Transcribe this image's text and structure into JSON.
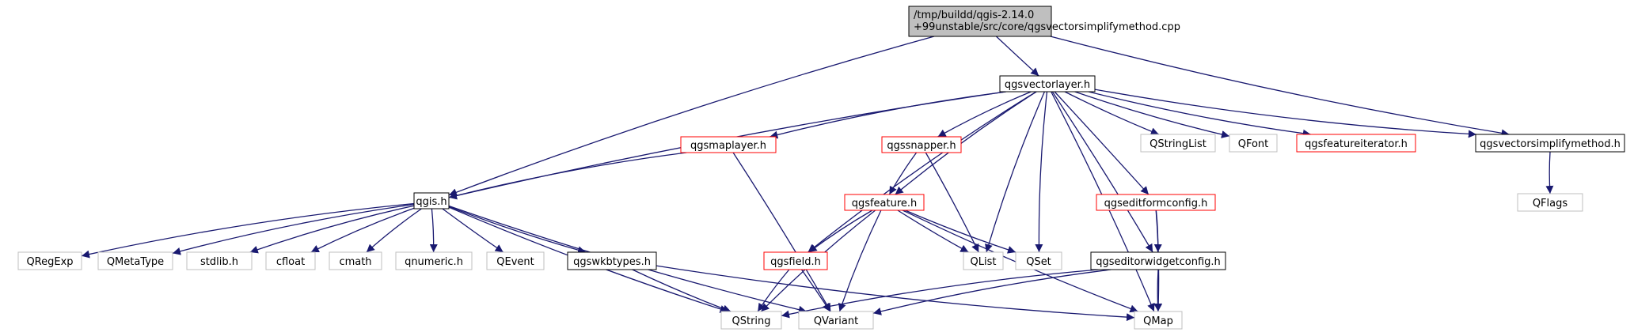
{
  "colors": {
    "edge": "#191970",
    "root_fill": "#bfbfbf",
    "border_black": "#000000",
    "border_red": "#ff0000",
    "border_gray": "#bfbfbf"
  },
  "nodes": [
    {
      "id": "root",
      "lines": [
        "/tmp/buildd/qgis-2.14.0",
        "+99unstable/src/core/qgsvectorsimplifymethod.cpp"
      ],
      "style": "root"
    },
    {
      "id": "qgsvectorlayer",
      "lines": [
        "qgsvectorlayer.h"
      ],
      "style": "black"
    },
    {
      "id": "qgsvectorsimplifymethod",
      "lines": [
        "qgsvectorsimplifymethod.h"
      ],
      "style": "black"
    },
    {
      "id": "qgis",
      "lines": [
        "qgis.h"
      ],
      "style": "black"
    },
    {
      "id": "qgsmaplayer",
      "lines": [
        "qgsmaplayer.h"
      ],
      "style": "red"
    },
    {
      "id": "qgssnapper",
      "lines": [
        "qgssnapper.h"
      ],
      "style": "red"
    },
    {
      "id": "qgsfeature",
      "lines": [
        "qgsfeature.h"
      ],
      "style": "red"
    },
    {
      "id": "qgsfield",
      "lines": [
        "qgsfield.h"
      ],
      "style": "red"
    },
    {
      "id": "qgseditformconfig",
      "lines": [
        "qgseditformconfig.h"
      ],
      "style": "red"
    },
    {
      "id": "qgseditorwidgetconfig",
      "lines": [
        "qgseditorwidgetconfig.h"
      ],
      "style": "black"
    },
    {
      "id": "qgsfeatureiterator",
      "lines": [
        "qgsfeatureiterator.h"
      ],
      "style": "red"
    },
    {
      "id": "qgswkbtypes",
      "lines": [
        "qgswkbtypes.h"
      ],
      "style": "black"
    },
    {
      "id": "QStringList",
      "lines": [
        "QStringList"
      ],
      "style": "gray"
    },
    {
      "id": "QFont",
      "lines": [
        "QFont"
      ],
      "style": "gray"
    },
    {
      "id": "QFlags",
      "lines": [
        "QFlags"
      ],
      "style": "gray"
    },
    {
      "id": "QRegExp",
      "lines": [
        "QRegExp"
      ],
      "style": "gray"
    },
    {
      "id": "QMetaType",
      "lines": [
        "QMetaType"
      ],
      "style": "gray"
    },
    {
      "id": "stdlib",
      "lines": [
        "stdlib.h"
      ],
      "style": "gray"
    },
    {
      "id": "cfloat",
      "lines": [
        "cfloat"
      ],
      "style": "gray"
    },
    {
      "id": "cmath",
      "lines": [
        "cmath"
      ],
      "style": "gray"
    },
    {
      "id": "qnumeric",
      "lines": [
        "qnumeric.h"
      ],
      "style": "gray"
    },
    {
      "id": "QEvent",
      "lines": [
        "QEvent"
      ],
      "style": "gray"
    },
    {
      "id": "QList",
      "lines": [
        "QList"
      ],
      "style": "gray"
    },
    {
      "id": "QSet",
      "lines": [
        "QSet"
      ],
      "style": "gray"
    },
    {
      "id": "QString",
      "lines": [
        "QString"
      ],
      "style": "gray"
    },
    {
      "id": "QVariant",
      "lines": [
        "QVariant"
      ],
      "style": "gray"
    },
    {
      "id": "QMap",
      "lines": [
        "QMap"
      ],
      "style": "gray"
    }
  ],
  "edges": [
    [
      "root",
      "qgis"
    ],
    [
      "root",
      "qgsvectorlayer"
    ],
    [
      "root",
      "qgsvectorsimplifymethod"
    ],
    [
      "qgsvectorlayer",
      "qgis"
    ],
    [
      "qgsvectorlayer",
      "qgsmaplayer"
    ],
    [
      "qgsvectorlayer",
      "qgssnapper"
    ],
    [
      "qgsvectorlayer",
      "qgsfeature"
    ],
    [
      "qgsvectorlayer",
      "qgsfield"
    ],
    [
      "qgsvectorlayer",
      "QList"
    ],
    [
      "qgsvectorlayer",
      "QSet"
    ],
    [
      "qgsvectorlayer",
      "qgseditorwidgetconfig"
    ],
    [
      "qgsvectorlayer",
      "qgseditformconfig"
    ],
    [
      "qgsvectorlayer",
      "QStringList"
    ],
    [
      "qgsvectorlayer",
      "QFont"
    ],
    [
      "qgsvectorlayer",
      "qgsfeatureiterator"
    ],
    [
      "qgsvectorlayer",
      "qgsvectorsimplifymethod"
    ],
    [
      "qgsvectorlayer",
      "QMap"
    ],
    [
      "qgsvectorsimplifymethod",
      "QFlags"
    ],
    [
      "qgsmaplayer",
      "qgis"
    ],
    [
      "qgsmaplayer",
      "QVariant"
    ],
    [
      "qgssnapper",
      "qgsfeature"
    ],
    [
      "qgssnapper",
      "QList"
    ],
    [
      "qgis",
      "QRegExp"
    ],
    [
      "qgis",
      "QMetaType"
    ],
    [
      "qgis",
      "stdlib"
    ],
    [
      "qgis",
      "cfloat"
    ],
    [
      "qgis",
      "cmath"
    ],
    [
      "qgis",
      "qnumeric"
    ],
    [
      "qgis",
      "QEvent"
    ],
    [
      "qgis",
      "qgswkbtypes"
    ],
    [
      "qgis",
      "QString"
    ],
    [
      "qgis",
      "QVariant"
    ],
    [
      "qgsfeature",
      "qgsfield"
    ],
    [
      "qgsfeature",
      "QList"
    ],
    [
      "qgsfeature",
      "QSet"
    ],
    [
      "qgsfeature",
      "QString"
    ],
    [
      "qgsfeature",
      "QVariant"
    ],
    [
      "qgsfeature",
      "QMap"
    ],
    [
      "qgsfield",
      "QString"
    ],
    [
      "qgsfield",
      "QVariant"
    ],
    [
      "qgseditformconfig",
      "qgseditorwidgetconfig"
    ],
    [
      "qgseditformconfig",
      "QMap"
    ],
    [
      "qgseditorwidgetconfig",
      "QString"
    ],
    [
      "qgseditorwidgetconfig",
      "QVariant"
    ],
    [
      "qgseditorwidgetconfig",
      "QMap"
    ],
    [
      "qgswkbtypes",
      "QString"
    ],
    [
      "qgswkbtypes",
      "QMap"
    ]
  ]
}
